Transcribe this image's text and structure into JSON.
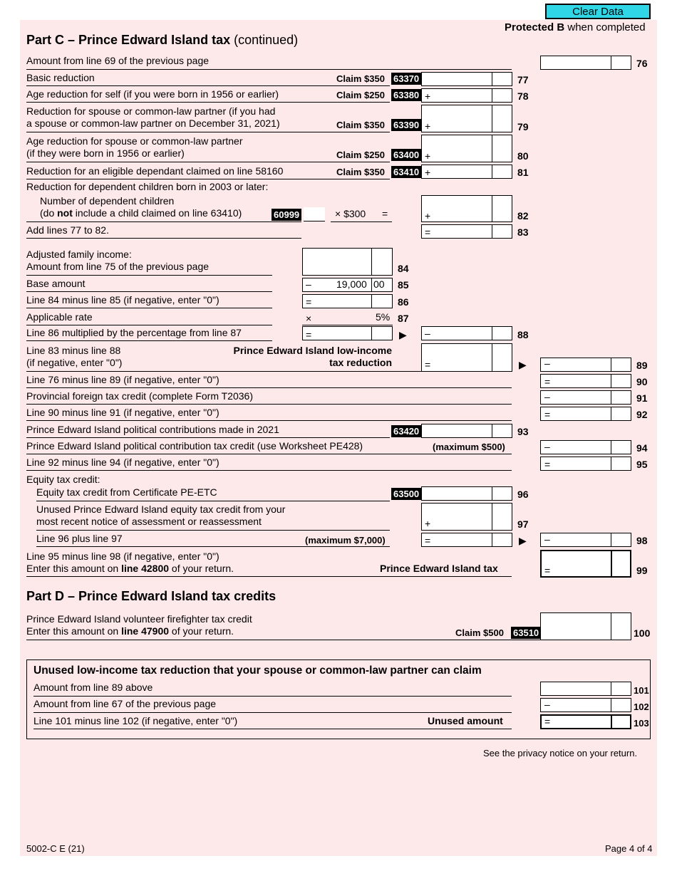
{
  "clear_button": "Clear Data",
  "protected_b": "Protected B",
  "protected_rest": " when completed",
  "partC": {
    "bold": "Part C – Prince Edward Island tax",
    "rest": " (continued)"
  },
  "rows": {
    "r76": "Amount from line 69 of the previous page",
    "r77": "Basic reduction",
    "r78": "Age reduction for self (if you were born in 1956 or earlier)",
    "r79a": "Reduction for spouse or common-law partner (if you had",
    "r79b": "a spouse or common-law partner on December 31, 2021)",
    "r80a": "Age reduction for spouse or common-law partner",
    "r80b": "(if they were born in 1956 or earlier)",
    "r81": "Reduction for an eligible dependant claimed on line 58160",
    "r82head": "Reduction for dependent children born in 2003 or later:",
    "r82a": "Number of dependent children",
    "r82b1": "(do ",
    "r82b2": "not",
    "r82b3": " include a child claimed on line 63410)",
    "r83": "Add lines 77 to 82.",
    "r84a": "Adjusted family income:",
    "r84b": "Amount from line 75 of the previous page",
    "r85": "Base amount",
    "r86": "Line 84 minus line 85 (if negative, enter \"0\")",
    "r87": "Applicable rate",
    "r88": "Line 86 multiplied by the percentage from line 87",
    "r89a": "Line 83 minus line 88",
    "r89b": "(if negative, enter \"0\")",
    "r89c1": "Prince Edward Island low-income",
    "r89c2": "tax reduction",
    "r90": "Line 76 minus line 89 (if negative, enter \"0\")",
    "r91": "Provincial foreign tax credit (complete Form T2036)",
    "r92": "Line 90 minus line 91 (if negative, enter \"0\")",
    "r93": "Prince Edward Island political contributions made in 2021",
    "r94": "Prince Edward Island political contribution tax credit (use Worksheet PE428)",
    "r94max": "(maximum $500)",
    "r95": "Line 92 minus line 94 (if negative, enter \"0\")",
    "r96head": "Equity tax credit:",
    "r96": "Equity tax credit from Certificate PE-ETC",
    "r97a": "Unused Prince Edward Island equity tax credit from your",
    "r97b": "most recent notice of assessment or reassessment",
    "r98": "Line 96 plus line 97",
    "r98max": "(maximum $7,000)",
    "r99a": "Line 95 minus line 98 (if negative, enter \"0\")",
    "r99b1": "Enter this amount on ",
    "r99b2": "line 42800",
    "r99b3": " of your return.",
    "r99c": "Prince Edward Island tax"
  },
  "claims": {
    "c77": "Claim $350",
    "c78": "Claim $250",
    "c79": "Claim $350",
    "c80": "Claim $250",
    "c81": "Claim $350",
    "c100": "Claim $500"
  },
  "codes": {
    "k77": "63370",
    "k78": "63380",
    "k79": "63390",
    "k80": "63400",
    "k81": "63410",
    "k82": "60999",
    "k93": "63420",
    "k96": "63500",
    "k100": "63510"
  },
  "values": {
    "base_whole": "19,000",
    "base_cents": "00",
    "rate": "5%",
    "times300": "× $300",
    "equals": "="
  },
  "ops": {
    "plus": "+",
    "minus": "–",
    "eq": "=",
    "times": "×",
    "arrow": "▶"
  },
  "lines": [
    "76",
    "77",
    "78",
    "79",
    "80",
    "81",
    "82",
    "83",
    "84",
    "85",
    "86",
    "87",
    "88",
    "89",
    "90",
    "91",
    "92",
    "93",
    "94",
    "95",
    "96",
    "97",
    "98",
    "99",
    "100",
    "101",
    "102",
    "103"
  ],
  "partD": {
    "title": "Part D – Prince Edward Island tax credits",
    "r100a": "Prince Edward Island volunteer firefighter tax credit",
    "r100b1": "Enter this amount on ",
    "r100b2": "line 47900",
    "r100b3": " of your return."
  },
  "unused": {
    "title": "Unused low-income tax reduction that your spouse or common-law partner can claim",
    "r101": "Amount from line 89 above",
    "r102": "Amount from line 67 of the previous page",
    "r103": "Line 101 minus line 102 (if negative, enter \"0\")",
    "r103c": "Unused amount"
  },
  "privacy": "See the privacy notice on your return.",
  "form_id": "5002-C E (21)",
  "page": "Page 4 of 4"
}
